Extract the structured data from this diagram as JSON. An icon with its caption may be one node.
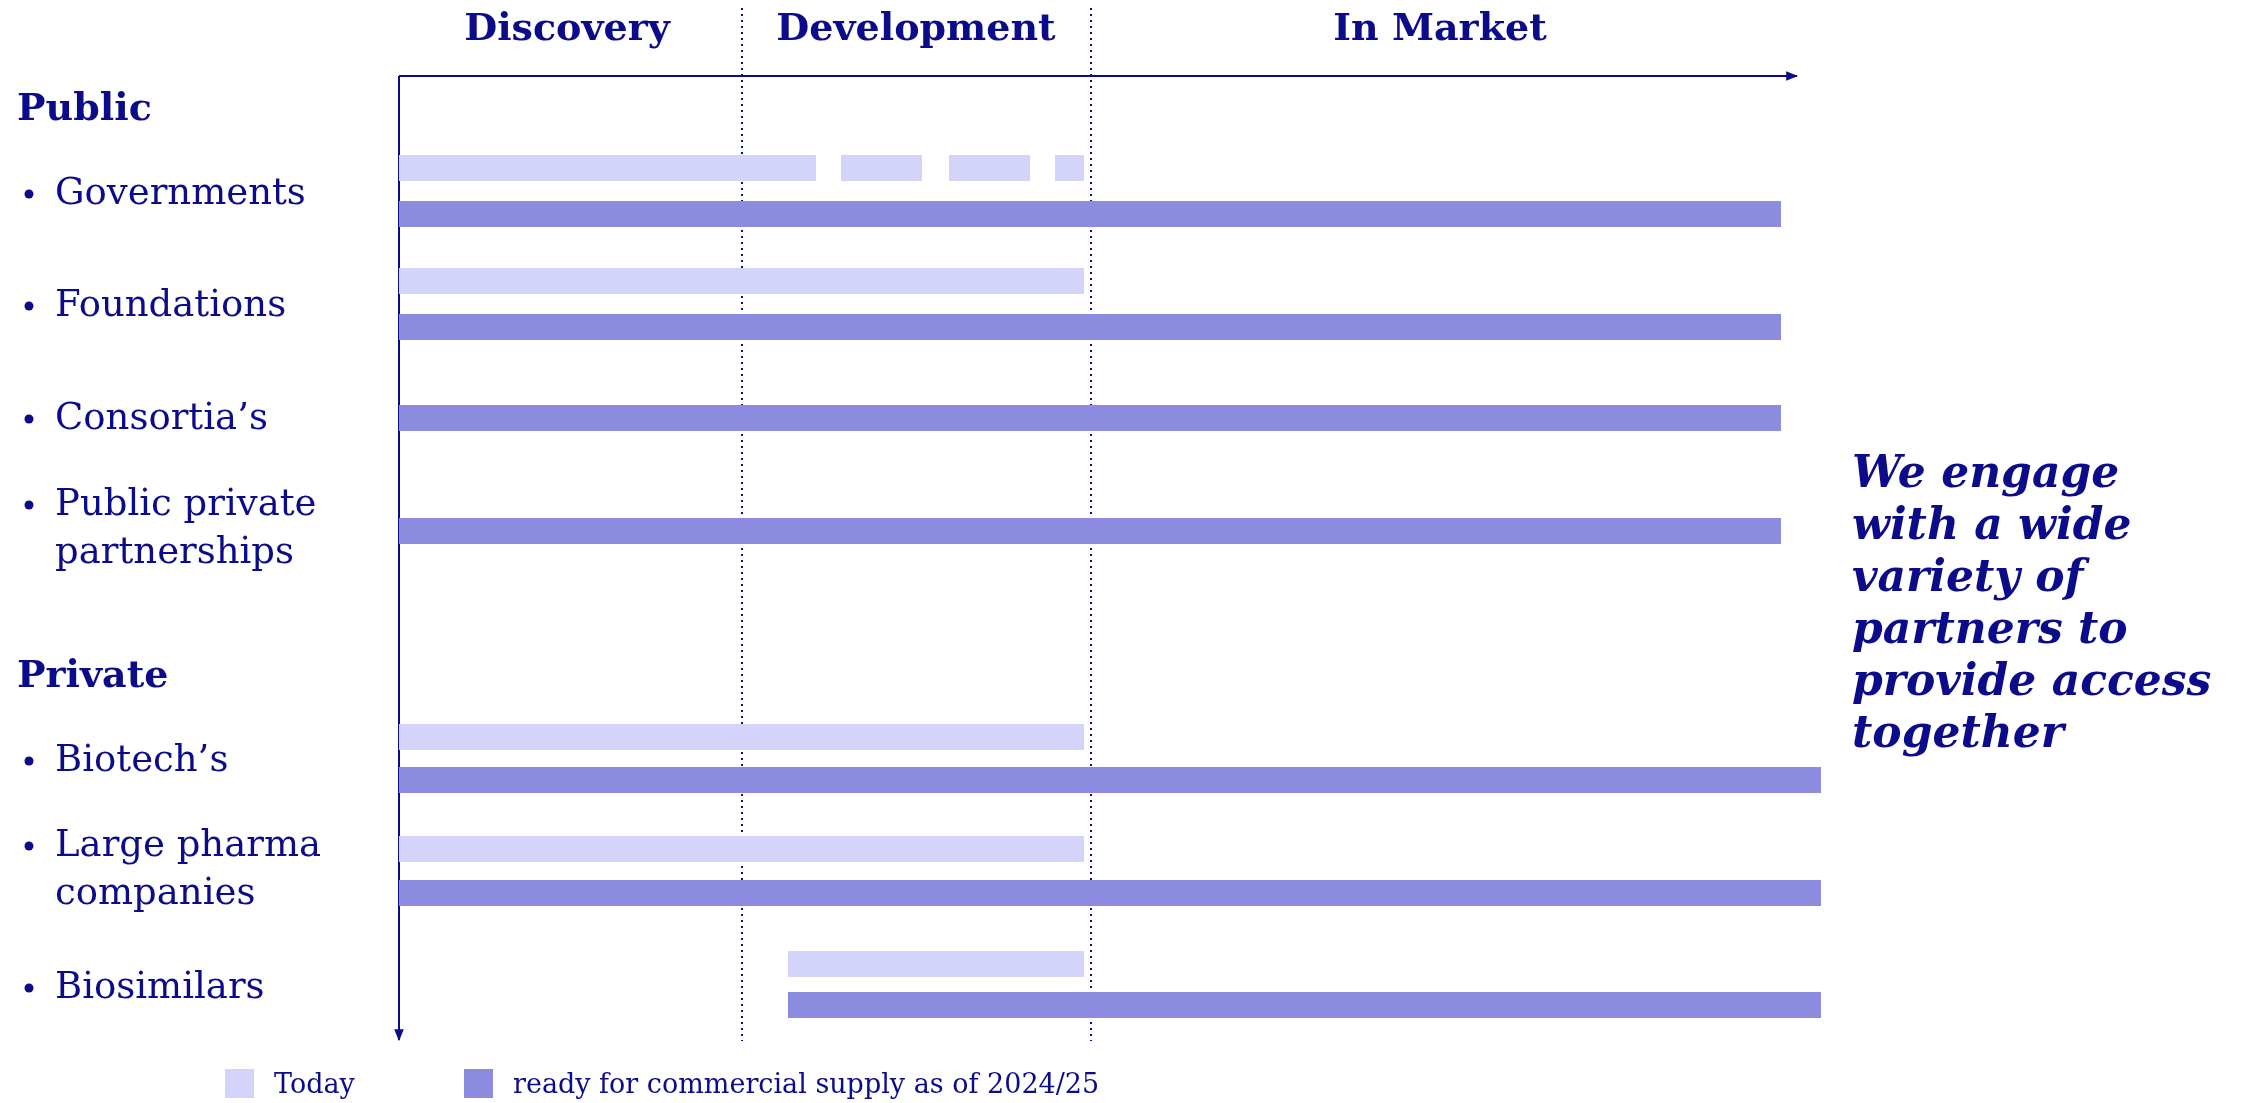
{
  "diagram": {
    "labels": [
      "Discovery",
      "Development",
      "In Market",
      "Public",
      "Governments",
      "Foundations",
      "Consortia’s",
      "Public private partnerships",
      "Private",
      "Biotech’s",
      "Large pharma companies",
      "Biosimilars",
      "We engage with a wide variety of partners to provide access together"
    ],
    "legend": [
      {
        "text": "Today",
        "color": "#d4d4fa"
      },
      {
        "text": "ready for commercial supply as of 2024/25",
        "color": "#8b8be0"
      }
    ]
  }
}
